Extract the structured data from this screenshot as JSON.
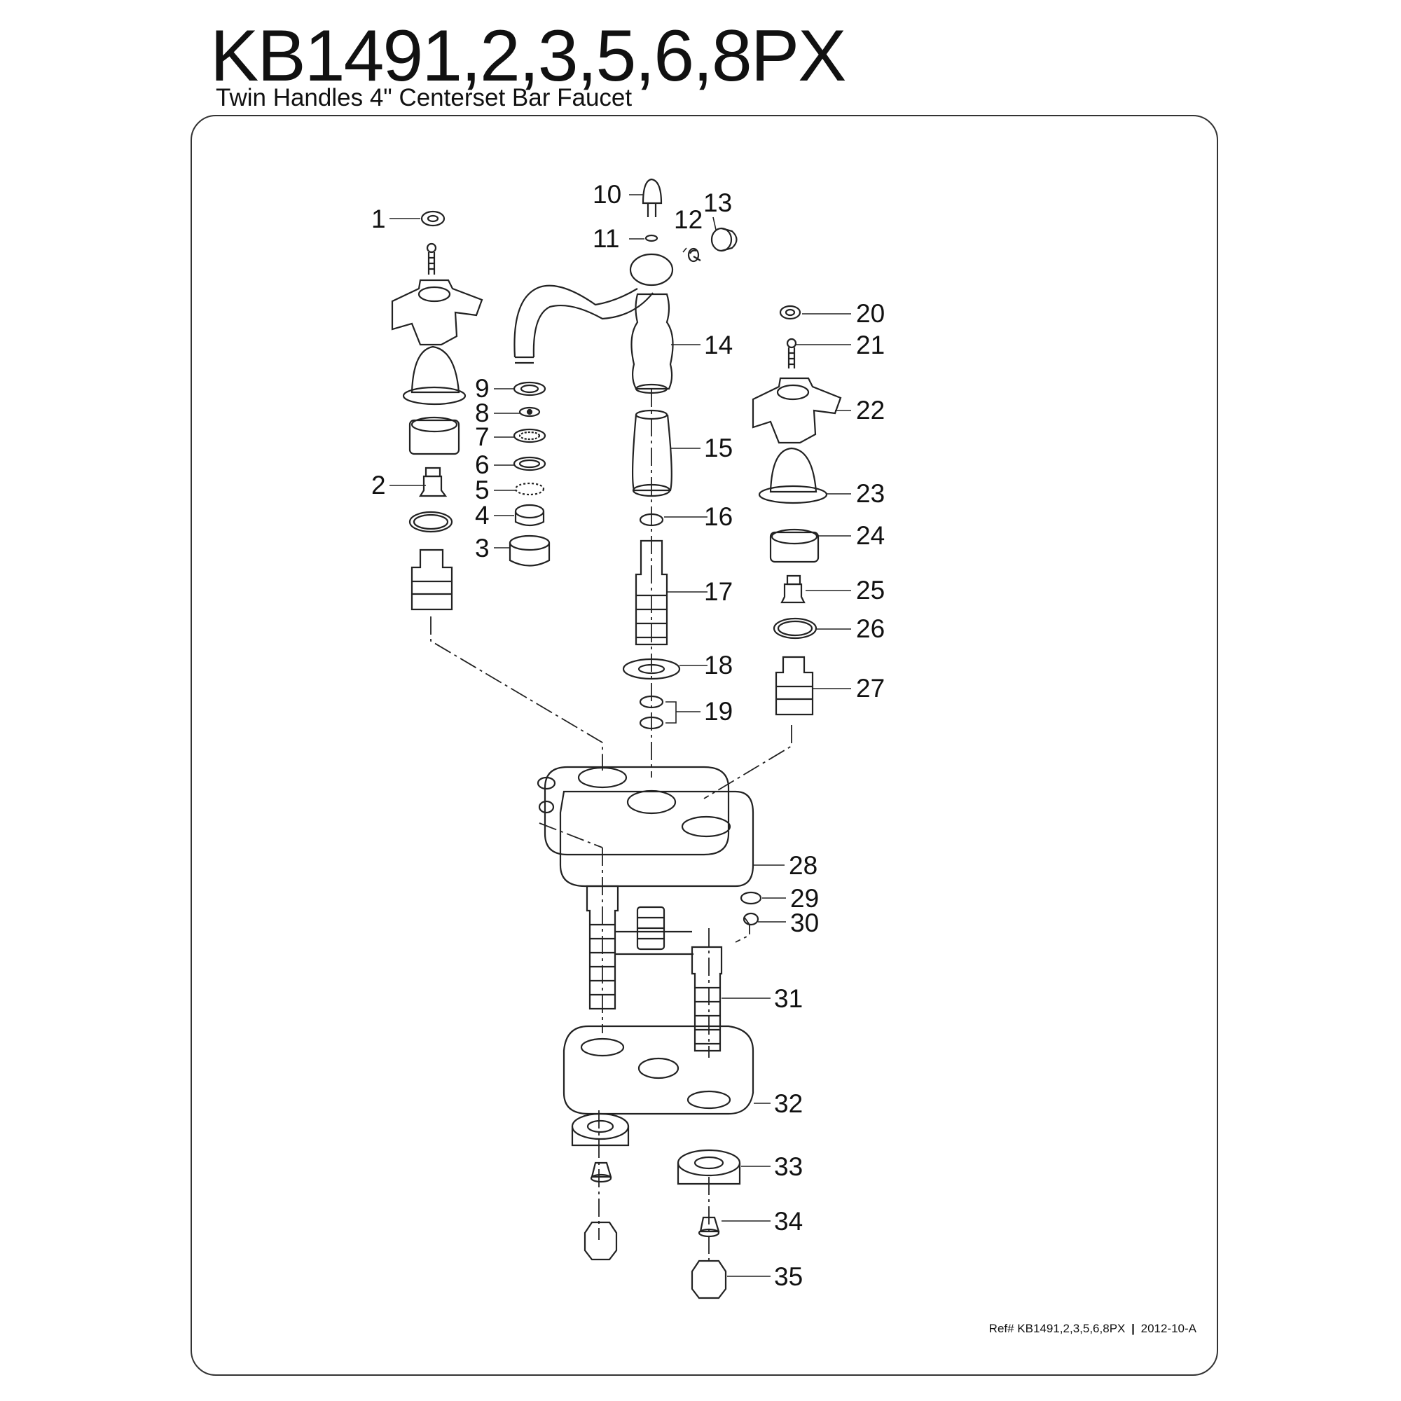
{
  "header": {
    "model": "KB1491,2,3,5,6,8PX",
    "subtitle": "Twin Handles 4\" Centerset Bar Faucet"
  },
  "footer": {
    "ref": "Ref# KB1491,2,3,5,6,8PX",
    "separator": "|",
    "date": "2012-10-A"
  },
  "parts": {
    "p1": "1",
    "p2": "2",
    "p3": "3",
    "p4": "4",
    "p5": "5",
    "p6": "6",
    "p7": "7",
    "p8": "8",
    "p9": "9",
    "p10": "10",
    "p11": "11",
    "p12": "12",
    "p13": "13",
    "p14": "14",
    "p15": "15",
    "p16": "16",
    "p17": "17",
    "p18": "18",
    "p19": "19",
    "p20": "20",
    "p21": "21",
    "p22": "22",
    "p23": "23",
    "p24": "24",
    "p25": "25",
    "p26": "26",
    "p27": "27",
    "p28": "28",
    "p29": "29",
    "p30": "30",
    "p31": "31",
    "p32": "32",
    "p33": "33",
    "p34": "34",
    "p35": "35"
  }
}
